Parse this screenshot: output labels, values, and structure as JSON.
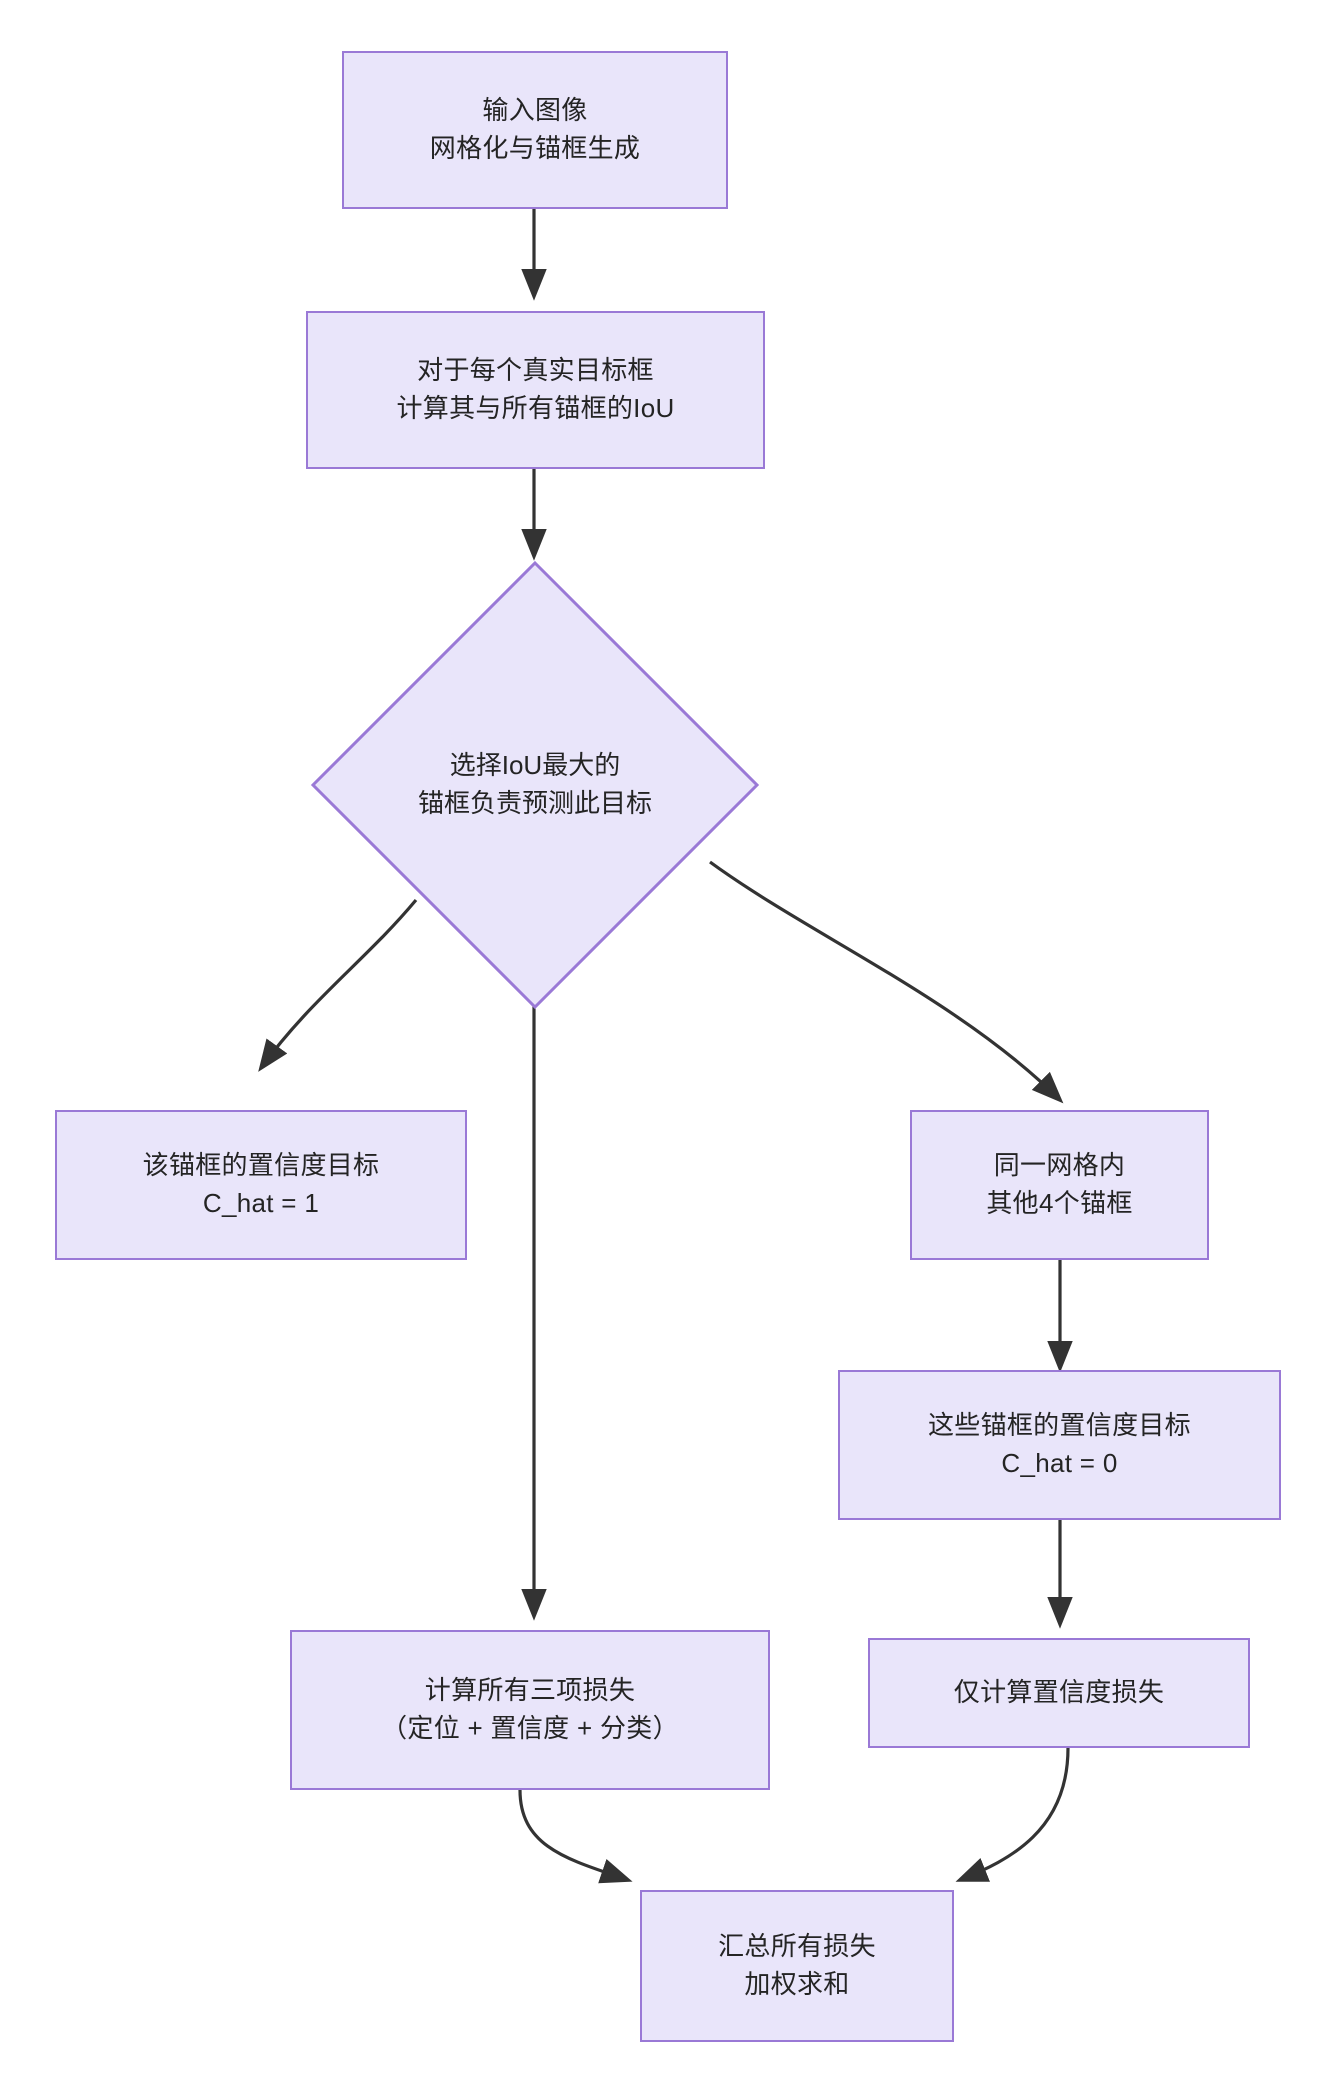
{
  "chart_data": {
    "type": "diagram",
    "diagram_kind": "flowchart",
    "direction": "top-down",
    "title": "",
    "theme": {
      "node_fill": "#e9e5fa",
      "node_border": "#9a79d6",
      "edge_color": "#333333",
      "text_color": "#242424",
      "background": "#ffffff"
    },
    "nodes": [
      {
        "id": "n1",
        "shape": "rect",
        "lines": [
          "输入图像",
          "网格化与锚框生成"
        ]
      },
      {
        "id": "n2",
        "shape": "rect",
        "lines": [
          "对于每个真实目标框",
          "计算其与所有锚框的IoU"
        ]
      },
      {
        "id": "n3",
        "shape": "diamond",
        "lines": [
          "选择IoU最大的",
          "锚框负责预测此目标"
        ]
      },
      {
        "id": "n4",
        "shape": "rect",
        "lines": [
          "该锚框的置信度目标",
          "C_hat = 1"
        ]
      },
      {
        "id": "n5",
        "shape": "rect",
        "lines": [
          "同一网格内",
          "其他4个锚框"
        ]
      },
      {
        "id": "n6",
        "shape": "rect",
        "lines": [
          "这些锚框的置信度目标",
          "C_hat = 0"
        ]
      },
      {
        "id": "n7",
        "shape": "rect",
        "lines": [
          "计算所有三项损失",
          "（定位 + 置信度 + 分类）"
        ]
      },
      {
        "id": "n8",
        "shape": "rect",
        "lines": [
          "仅计算置信度损失"
        ]
      },
      {
        "id": "n9",
        "shape": "rect",
        "lines": [
          "汇总所有损失",
          "加权求和"
        ]
      }
    ],
    "edges": [
      {
        "from": "n1",
        "to": "n2",
        "label": ""
      },
      {
        "from": "n2",
        "to": "n3",
        "label": ""
      },
      {
        "from": "n3",
        "to": "n4",
        "label": ""
      },
      {
        "from": "n3",
        "to": "n5",
        "label": ""
      },
      {
        "from": "n3",
        "to": "n7",
        "label": ""
      },
      {
        "from": "n5",
        "to": "n6",
        "label": ""
      },
      {
        "from": "n6",
        "to": "n8",
        "label": ""
      },
      {
        "from": "n7",
        "to": "n9",
        "label": ""
      },
      {
        "from": "n8",
        "to": "n9",
        "label": ""
      }
    ]
  },
  "nodes": {
    "n1": {
      "line1": "输入图像",
      "line2": "网格化与锚框生成"
    },
    "n2": {
      "line1": "对于每个真实目标框",
      "line2": "计算其与所有锚框的IoU"
    },
    "n3": {
      "line1": "选择IoU最大的",
      "line2": "锚框负责预测此目标"
    },
    "n4": {
      "line1": "该锚框的置信度目标",
      "line2": "C_hat = 1"
    },
    "n5": {
      "line1": "同一网格内",
      "line2": "其他4个锚框"
    },
    "n6": {
      "line1": "这些锚框的置信度目标",
      "line2": "C_hat = 0"
    },
    "n7": {
      "line1": "计算所有三项损失",
      "line2": "（定位 + 置信度 + 分类）"
    },
    "n8": {
      "line1": "仅计算置信度损失"
    },
    "n9": {
      "line1": "汇总所有损失",
      "line2": "加权求和"
    }
  }
}
